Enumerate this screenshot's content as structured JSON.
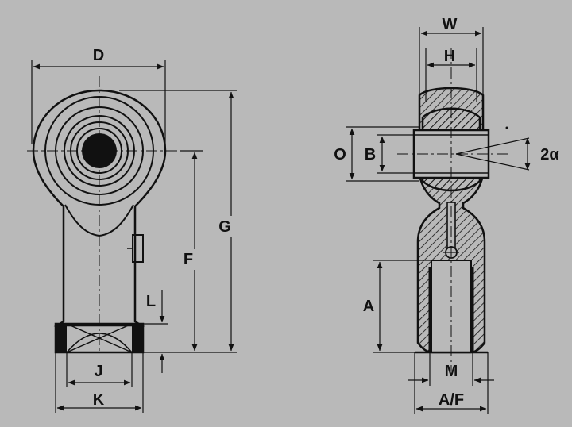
{
  "background_color": "#b9b9b9",
  "line_color": "#111111",
  "front_view_labels": {
    "d": "D",
    "g": "G",
    "f": "F",
    "l": "L",
    "j": "J",
    "k": "K"
  },
  "side_view_labels": {
    "w": "W",
    "h": "H",
    "o": "O",
    "b": "B",
    "two_alpha": "2α",
    "a": "A",
    "m": "M",
    "a_f": "A/F"
  }
}
